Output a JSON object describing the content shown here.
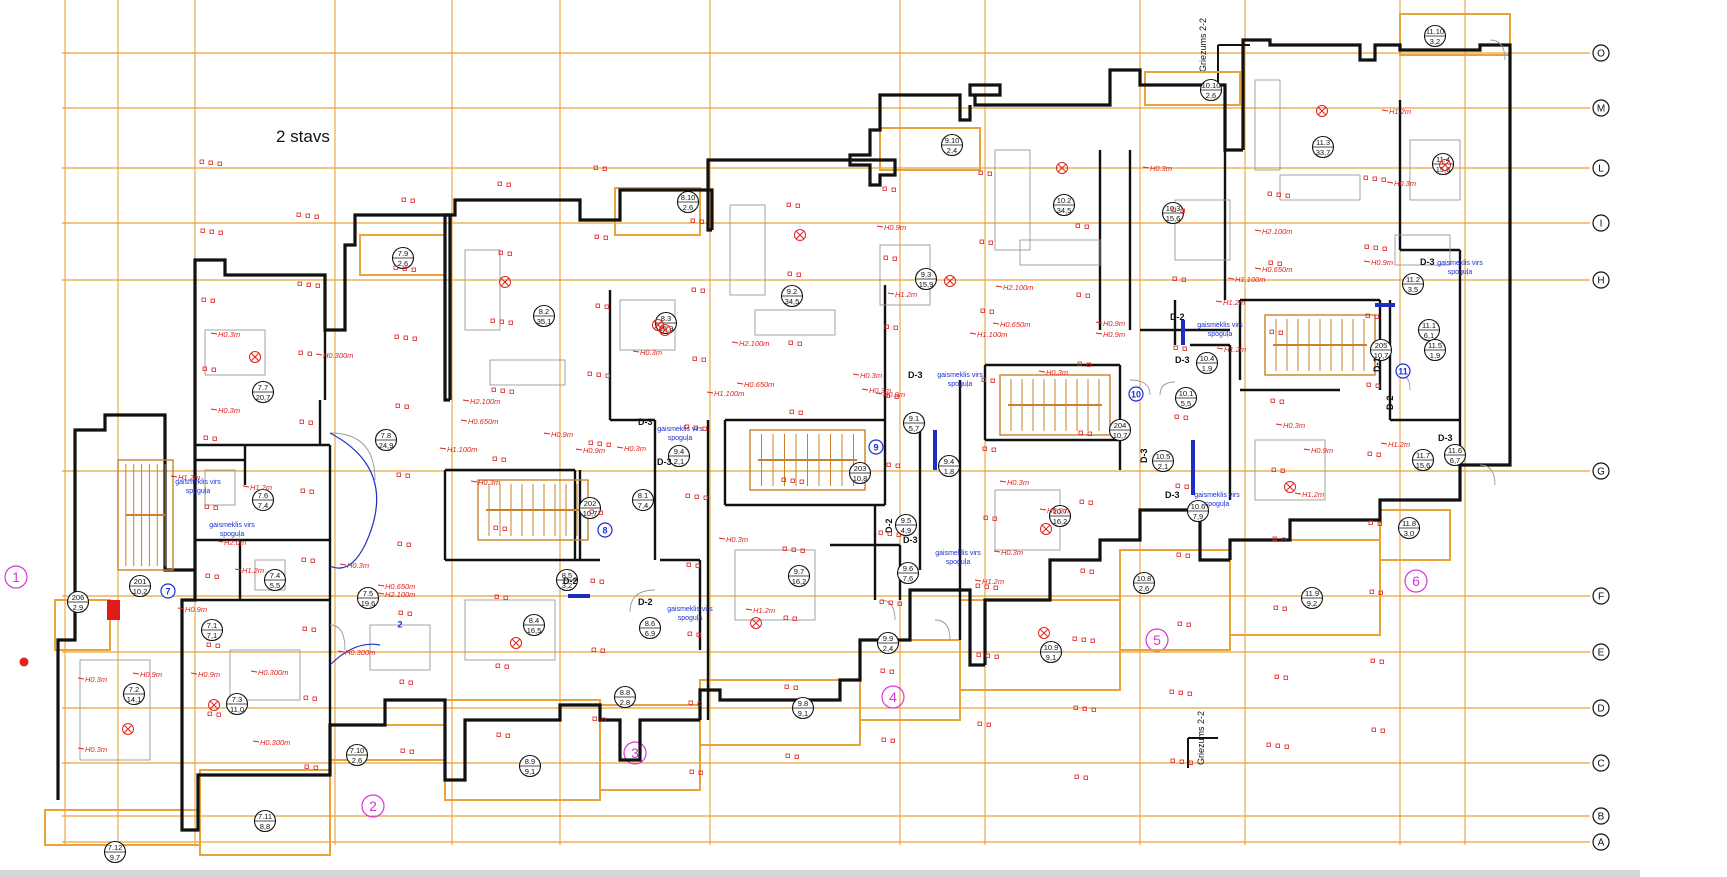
{
  "title": "2 stavs",
  "section_label": "Griezums 2-2",
  "row_axes": [
    {
      "label": "O"
    },
    {
      "label": "M"
    },
    {
      "label": "L"
    },
    {
      "label": "I"
    },
    {
      "label": "H"
    },
    {
      "label": "G"
    },
    {
      "label": "F"
    },
    {
      "label": "E"
    },
    {
      "label": "D"
    },
    {
      "label": "C"
    },
    {
      "label": "B"
    },
    {
      "label": "A"
    }
  ],
  "sections": [
    {
      "label": "1"
    },
    {
      "label": "2"
    },
    {
      "label": "3"
    },
    {
      "label": "4"
    },
    {
      "label": "5"
    },
    {
      "label": "6"
    }
  ],
  "rooms": [
    {
      "id": "7.7",
      "area": "20,7"
    },
    {
      "id": "7.8",
      "area": "24,9"
    },
    {
      "id": "7.9",
      "area": "2,6"
    },
    {
      "id": "7.6",
      "area": "7,4"
    },
    {
      "id": "7.5",
      "area": "19,6"
    },
    {
      "id": "7.4",
      "area": "5,5"
    },
    {
      "id": "7.1",
      "area": "7,1"
    },
    {
      "id": "7.2",
      "area": "14,1"
    },
    {
      "id": "7.3",
      "area": "11,0"
    },
    {
      "id": "7.10",
      "area": "2,6"
    },
    {
      "id": "7.11",
      "area": "8,8"
    },
    {
      "id": "7.12",
      "area": "9,7"
    },
    {
      "id": "201",
      "area": "10,2"
    },
    {
      "id": "206",
      "area": "2,9"
    },
    {
      "id": "8.2",
      "area": "35,1"
    },
    {
      "id": "8.3",
      "area": "15,9"
    },
    {
      "id": "8.1",
      "area": "7,4"
    },
    {
      "id": "202",
      "area": "10,7"
    },
    {
      "id": "8.5",
      "area": "3,2"
    },
    {
      "id": "8.4",
      "area": "16,5"
    },
    {
      "id": "8.6",
      "area": "6,9"
    },
    {
      "id": "8.8",
      "area": "2,8"
    },
    {
      "id": "8.9",
      "area": "9,1"
    },
    {
      "id": "8.10",
      "area": "2,6"
    },
    {
      "id": "9.2",
      "area": "34,5"
    },
    {
      "id": "9.3",
      "area": "15,9"
    },
    {
      "id": "9.1",
      "area": "5,7"
    },
    {
      "id": "9.4",
      "area": "2,1"
    },
    {
      "id": "9.4",
      "area": "1,8"
    },
    {
      "id": "203",
      "area": "10,8"
    },
    {
      "id": "9.5",
      "area": "4,9"
    },
    {
      "id": "9.6",
      "area": "7,6"
    },
    {
      "id": "9.7",
      "area": "16,2"
    },
    {
      "id": "9.9",
      "area": "2,4"
    },
    {
      "id": "9.8",
      "area": "9,1"
    },
    {
      "id": "9.10",
      "area": "2,4"
    },
    {
      "id": "10.2",
      "area": "34,5"
    },
    {
      "id": "10.3",
      "area": "15,6"
    },
    {
      "id": "10.1",
      "area": "5,5"
    },
    {
      "id": "10.4",
      "area": "1,9"
    },
    {
      "id": "204",
      "area": "10,7"
    },
    {
      "id": "10.5",
      "area": "2,1"
    },
    {
      "id": "10.6",
      "area": "7,9"
    },
    {
      "id": "10.7",
      "area": "16,2"
    },
    {
      "id": "10.8",
      "area": "2,6"
    },
    {
      "id": "10.9",
      "area": "9,1"
    },
    {
      "id": "10.10",
      "area": "2,6"
    },
    {
      "id": "11.3",
      "area": "33,7"
    },
    {
      "id": "11.4",
      "area": "15,6"
    },
    {
      "id": "11.2",
      "area": "3,5"
    },
    {
      "id": "11.1",
      "area": "6,1"
    },
    {
      "id": "205",
      "area": "10,7"
    },
    {
      "id": "11.5",
      "area": "1,9"
    },
    {
      "id": "11.6",
      "area": "6,7"
    },
    {
      "id": "11.7",
      "area": "15,6"
    },
    {
      "id": "11.8",
      "area": "3,0"
    },
    {
      "id": "11.9",
      "area": "9,2"
    },
    {
      "id": "11.10",
      "area": "3,2"
    }
  ],
  "door_tags": [
    {
      "label": "D-2"
    },
    {
      "label": "D-2"
    },
    {
      "label": "D-3"
    },
    {
      "label": "D-3"
    },
    {
      "label": "D-2"
    },
    {
      "label": "D-3"
    },
    {
      "label": "D-3"
    },
    {
      "label": "D-2"
    },
    {
      "label": "D-3"
    },
    {
      "label": "D-3"
    },
    {
      "label": "D-3"
    },
    {
      "label": "D-3"
    },
    {
      "label": "D-1"
    },
    {
      "label": "D-2"
    },
    {
      "label": "D-3"
    }
  ],
  "height_notes": [
    {
      "text": "H0.3m"
    },
    {
      "text": "H0.300m"
    },
    {
      "text": "H0.3m"
    },
    {
      "text": "H1.2m"
    },
    {
      "text": "H1.2m"
    },
    {
      "text": "H2.0m"
    },
    {
      "text": "H1.2m"
    },
    {
      "text": "H0.3m"
    },
    {
      "text": "H0.650m"
    },
    {
      "text": "H2.100m"
    },
    {
      "text": "H0.9m"
    },
    {
      "text": "H0.300m"
    },
    {
      "text": "H0.300m"
    },
    {
      "text": "H0.300m"
    },
    {
      "text": "H0.3m"
    },
    {
      "text": "H0.9m"
    },
    {
      "text": "H0.3m"
    },
    {
      "text": "H0.9m"
    },
    {
      "text": "H2.100m"
    },
    {
      "text": "H0.650m"
    },
    {
      "text": "H1.100m"
    },
    {
      "text": "H0.3m"
    },
    {
      "text": "H0.9m"
    },
    {
      "text": "H0.9m"
    },
    {
      "text": "H0.3m"
    },
    {
      "text": "H0.3m"
    },
    {
      "text": "H2.100m"
    },
    {
      "text": "H0.650m"
    },
    {
      "text": "H1.100m"
    },
    {
      "text": "H0.9m"
    },
    {
      "text": "H1.2m"
    },
    {
      "text": "H0.3m"
    },
    {
      "text": "H0.3m"
    },
    {
      "text": "H0.9m"
    },
    {
      "text": "H0.3m"
    },
    {
      "text": "H1.2m"
    },
    {
      "text": "H2.100m"
    },
    {
      "text": "H0.650m"
    },
    {
      "text": "H1.100m"
    },
    {
      "text": "H0.9m"
    },
    {
      "text": "H0.9m"
    },
    {
      "text": "H0.3m"
    },
    {
      "text": "H1.2m"
    },
    {
      "text": "H0.3m"
    },
    {
      "text": "H0.9m"
    },
    {
      "text": "H0.3m"
    },
    {
      "text": "H1.2m"
    },
    {
      "text": "H0.3m"
    },
    {
      "text": "H2.100m"
    },
    {
      "text": "H0.650m"
    },
    {
      "text": "H1.100m"
    },
    {
      "text": "H1.2m"
    },
    {
      "text": "H0.3m"
    },
    {
      "text": "H0.9m"
    },
    {
      "text": "H1.2m"
    },
    {
      "text": "H1.2m"
    },
    {
      "text": "H0.3m"
    },
    {
      "text": "H0.9m"
    },
    {
      "text": "H1.2m"
    }
  ],
  "notes": [
    {
      "text": "gaismeklis virs spoguļa"
    },
    {
      "text": "gaismeklis virs spoguļa"
    },
    {
      "text": "gaismeklis virs spoguļa"
    },
    {
      "text": "gaismeklis virs spoguļa"
    },
    {
      "text": "gaismeklis virs spoguļa"
    },
    {
      "text": "gaismeklis virs spoguļa"
    },
    {
      "text": "gaismeklis virs spoguļa"
    },
    {
      "text": "gaismeklis virs spoguļa"
    },
    {
      "text": "gaismeklis virs spoguļa"
    }
  ],
  "stair_numbers": [
    {
      "label": "7"
    },
    {
      "label": "8"
    },
    {
      "label": "9"
    },
    {
      "label": "10"
    },
    {
      "label": "11"
    },
    {
      "label": "2"
    }
  ],
  "colors": {
    "axis": "#e8a33a",
    "wall": "#111111",
    "annotation": "#e0231e",
    "note": "#1a2fd1",
    "section": "#d936d9",
    "thin": "#9a9a9a"
  }
}
